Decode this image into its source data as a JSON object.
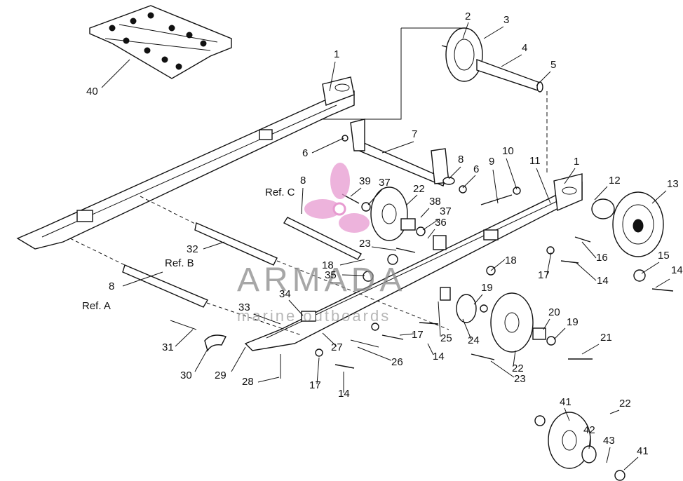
{
  "diagram": {
    "callouts": [
      "1",
      "2",
      "3",
      "4",
      "5",
      "6",
      "7",
      "8",
      "9",
      "10",
      "11",
      "12",
      "13",
      "14",
      "15",
      "16",
      "17",
      "18",
      "19",
      "20",
      "21",
      "22",
      "23",
      "24",
      "25",
      "26",
      "27",
      "28",
      "29",
      "30",
      "31",
      "32",
      "33",
      "34",
      "35",
      "36",
      "37",
      "38",
      "39",
      "40",
      "41",
      "42",
      "43"
    ],
    "references": [
      "Ref. A",
      "Ref. B",
      "Ref. C"
    ]
  },
  "watermark": {
    "brand": "ARMADA",
    "tagline": "marine outboards",
    "logo_color": "#e79ad0"
  }
}
